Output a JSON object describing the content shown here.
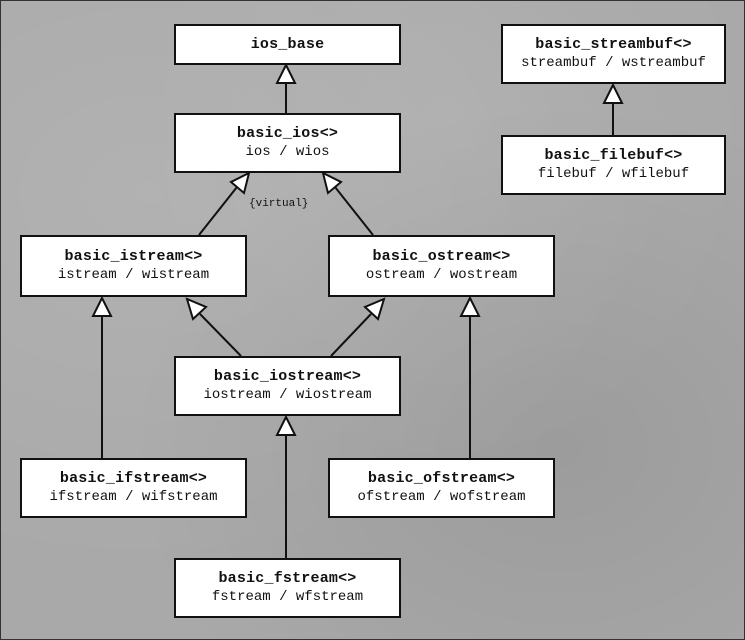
{
  "classes": {
    "ios_base": {
      "name": "ios_base",
      "alias": ""
    },
    "basic_ios": {
      "name": "basic_ios<>",
      "alias": "ios / wios"
    },
    "basic_istream": {
      "name": "basic_istream<>",
      "alias": "istream / wistream"
    },
    "basic_ostream": {
      "name": "basic_ostream<>",
      "alias": "ostream / wostream"
    },
    "basic_iostream": {
      "name": "basic_iostream<>",
      "alias": "iostream / wiostream"
    },
    "basic_ifstream": {
      "name": "basic_ifstream<>",
      "alias": "ifstream / wifstream"
    },
    "basic_ofstream": {
      "name": "basic_ofstream<>",
      "alias": "ofstream / wofstream"
    },
    "basic_fstream": {
      "name": "basic_fstream<>",
      "alias": "fstream / wfstream"
    },
    "basic_streambuf": {
      "name": "basic_streambuf<>",
      "alias": "streambuf / wstreambuf"
    },
    "basic_filebuf": {
      "name": "basic_filebuf<>",
      "alias": "filebuf / wfilebuf"
    }
  },
  "virtual_label": "{virtual}",
  "inheritance": [
    {
      "from": "basic_ios",
      "to": "ios_base"
    },
    {
      "from": "basic_istream",
      "to": "basic_ios"
    },
    {
      "from": "basic_ostream",
      "to": "basic_ios"
    },
    {
      "from": "basic_iostream",
      "to": "basic_istream"
    },
    {
      "from": "basic_iostream",
      "to": "basic_ostream"
    },
    {
      "from": "basic_ifstream",
      "to": "basic_istream"
    },
    {
      "from": "basic_ofstream",
      "to": "basic_ostream"
    },
    {
      "from": "basic_fstream",
      "to": "basic_iostream"
    },
    {
      "from": "basic_filebuf",
      "to": "basic_streambuf"
    }
  ]
}
